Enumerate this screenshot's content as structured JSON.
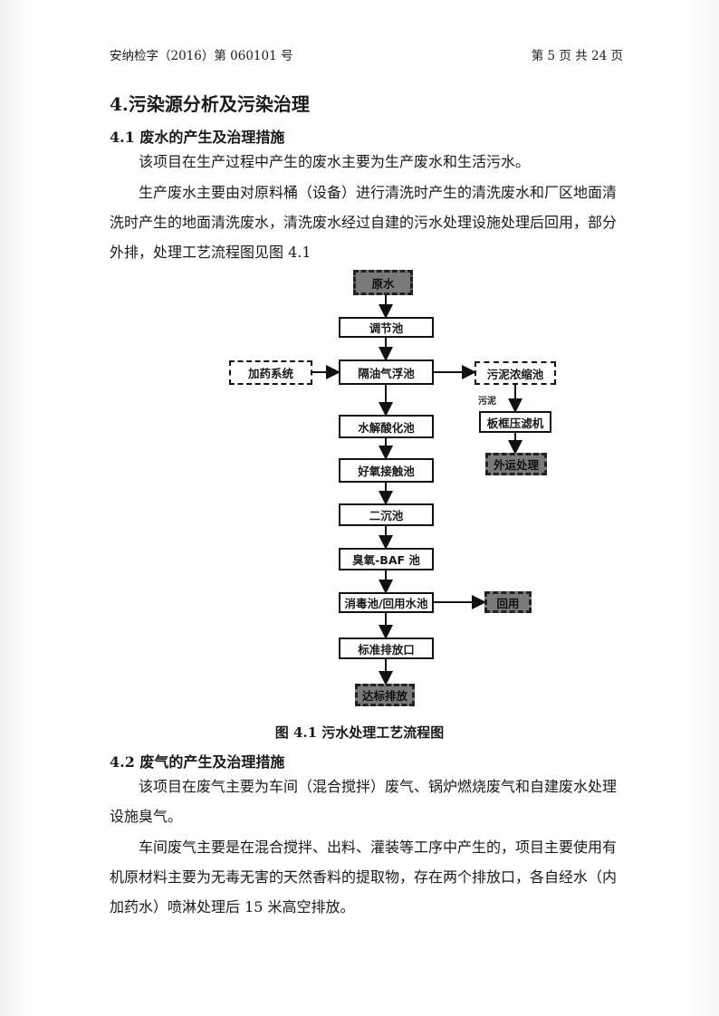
{
  "header": {
    "doc_no": "安纳检字（2016）第 060101 号",
    "page_info": "第 5 页 共 24 页"
  },
  "section4": {
    "title": "4.污染源分析及污染治理",
    "sub1_title": "4.1 废水的产生及治理措施",
    "sub1_p1": "该项目在生产过程中产生的废水主要为生产废水和生活污水。",
    "sub1_p2": "生产废水主要由对原料桶（设备）进行清洗时产生的清洗废水和厂区地面清洗时产生的地面清洗废水，清洗废水经过自建的污水处理设施处理后回用，部分外排，处理工艺流程图见图 4.1",
    "sub2_title": "4.2 废气的产生及治理措施",
    "sub2_p1": "该项目在废气主要为车间（混合搅拌）废气、锅炉燃烧废气和自建废水处理设施臭气。",
    "sub2_p2": "车间废气主要是在混合搅拌、出料、灌装等工序中产生的，项目主要使用有机原材料主要为无毒无害的天然香料的提取物，存在两个排放口，各自经水（内加药水）喷淋处理后 15 米高空排放。"
  },
  "flow": {
    "caption": "图 4.1  污水处理工艺流程图",
    "raw_water": "原水",
    "regulating": "调节池",
    "dosing": "加药系统",
    "flotation": "隔油气浮池",
    "sludge_thick": "污泥浓缩池",
    "sludge_label": "污泥",
    "filter_press": "板框压滤机",
    "hydrolysis": "水解酸化池",
    "outsource": "外运处理",
    "aerobic": "好氧接触池",
    "secondary": "二沉池",
    "ozone_baf": "臭氧-BAF 池",
    "disinfect": "消毒池/回用水池",
    "reuse": "回用",
    "outlet": "标准排放口",
    "discharge": "达标排放"
  }
}
